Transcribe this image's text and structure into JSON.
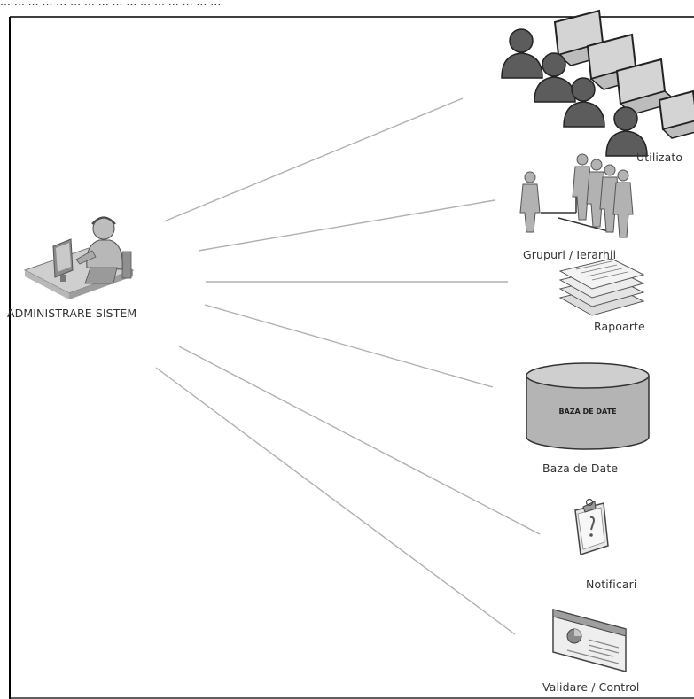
{
  "header_caption": "… … … … … … … … … … … … … … … …",
  "hub": {
    "label": "ADMINISTRARE SISTEM",
    "icon": "administrator-workstation-icon"
  },
  "nodes": [
    {
      "label": "Utilizato",
      "icon": "users-computers-icon"
    },
    {
      "label": "Grupuri / Ierarhii",
      "icon": "groups-hierarchy-icon"
    },
    {
      "label": "Rapoarte",
      "icon": "reports-documents-icon"
    },
    {
      "label": "Baza de Date",
      "icon": "database-icon",
      "inner_label": "BAZA DE DATE"
    },
    {
      "label": "Notificari",
      "icon": "clipboard-notification-icon"
    },
    {
      "label": "Validare / Control",
      "icon": "validation-window-icon"
    }
  ],
  "colors": {
    "line": "#b0b0b0",
    "border": "#000000",
    "icon_fill": "#a8a8a8",
    "icon_dark": "#5a5a5a",
    "db_fill": "#b4b4b4"
  }
}
